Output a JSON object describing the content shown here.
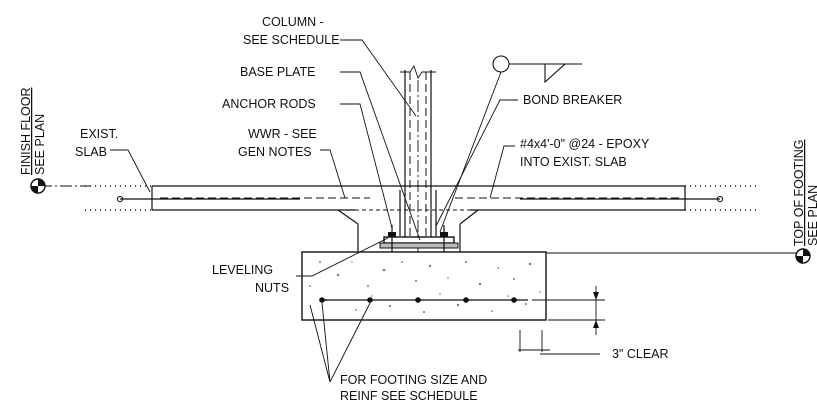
{
  "labels": {
    "column": "COLUMN -",
    "column_2": "SEE SCHEDULE",
    "base_plate": "BASE PLATE",
    "anchor_rods": "ANCHOR RODS",
    "bond_breaker": "BOND BREAKER",
    "exist_slab": "EXIST.",
    "exist_slab_2": "SLAB",
    "wwr": "WWR - SEE",
    "wwr_2": "GEN NOTES",
    "dowel": "#4x4'-0\" @24 - EPOXY",
    "dowel_2": "INTO EXIST. SLAB",
    "leveling": "LEVELING",
    "leveling_2": "NUTS",
    "clear": "3\" CLEAR",
    "footing_note": "FOR FOOTING SIZE AND",
    "footing_note_2": "REINF SEE SCHEDULE"
  },
  "elevations": {
    "finish_floor": "FINISH FLOOR",
    "finish_floor_2": "SEE PLAN",
    "top_of_footing": "TOP OF FOOTING",
    "top_of_footing_2": "SEE PLAN"
  }
}
